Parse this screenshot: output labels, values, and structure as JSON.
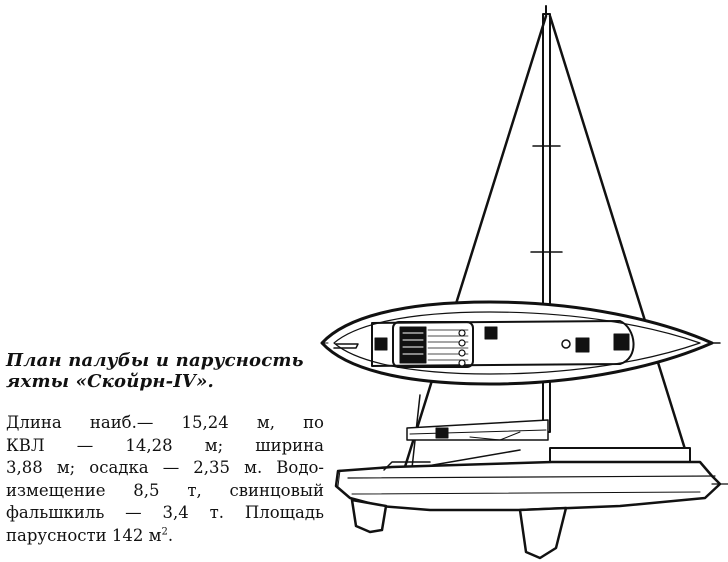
{
  "caption": {
    "title_line1": "План палубы и парусность",
    "title_line2": "яхты «Скойрн-IV».",
    "specs_lines": [
      "Длина наиб.— 15,24 м, по",
      "КВЛ — 14,28 м; ширина",
      "3,88 м; осадка — 2,35 м. Водо-",
      "измещение 8,5 т, свинцовый",
      "фальшкиль — 3,4 т. Площадь"
    ],
    "specs_last_prefix": "парусности 142 м",
    "specs_last_sup": "2",
    "specs_last_suffix": "."
  },
  "colors": {
    "ink": "#111111",
    "background": "#ffffff"
  }
}
